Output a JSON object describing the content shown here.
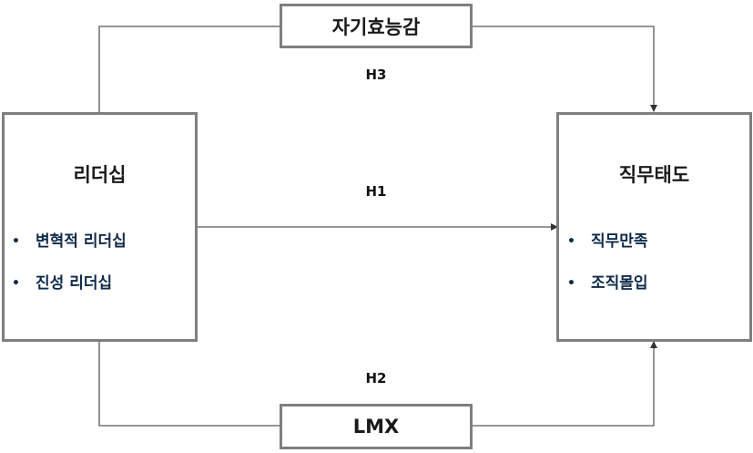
{
  "leadership_box": {
    "title": "리더십",
    "items": [
      "변혁적 리더십",
      "진성 리더십"
    ]
  },
  "job_attitude_box": {
    "title": "직무태도",
    "items": [
      "직무만족",
      "조직몰입"
    ]
  },
  "mediator_top": {
    "label": "자기효능감"
  },
  "mediator_bottom": {
    "label": "LMX"
  },
  "hypotheses": {
    "h1": "H1",
    "h2": "H2",
    "h3": "H3"
  },
  "bullet_symbol": "•",
  "colors": {
    "box_border": "#7f7f7f",
    "line": "#595959",
    "bullet_text": "#0f2a4a"
  }
}
